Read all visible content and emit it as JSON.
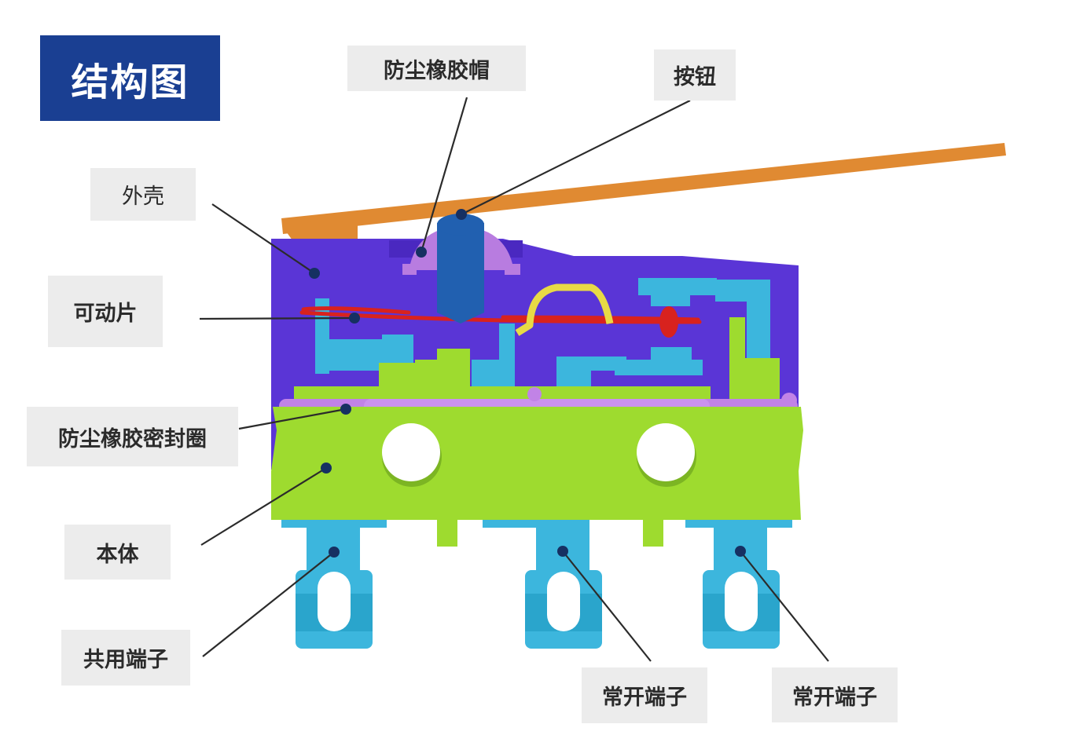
{
  "title": "结构图",
  "labels": {
    "dust_cap": "防尘橡胶帽",
    "button": "按钮",
    "housing": "外壳",
    "movable_plate": "可动片",
    "seal_ring": "防尘橡胶密封圈",
    "body": "本体",
    "common_terminal": "共用端子",
    "no_terminal_1": "常开端子",
    "no_terminal_2": "常开端子"
  },
  "colors": {
    "title_bg": "#1a3f92",
    "label_bg": "#ececec",
    "housing": "#5a35d6",
    "lever": "#e08a32",
    "button": "#2160b0",
    "dust_cap": "#b87ce0",
    "body": "#9edb2f",
    "terminal": "#3cb6dd",
    "contact_spring": "#d8221e",
    "gasket": "#c183e6",
    "leader": "#2b2b2b",
    "dot": "#163062"
  }
}
